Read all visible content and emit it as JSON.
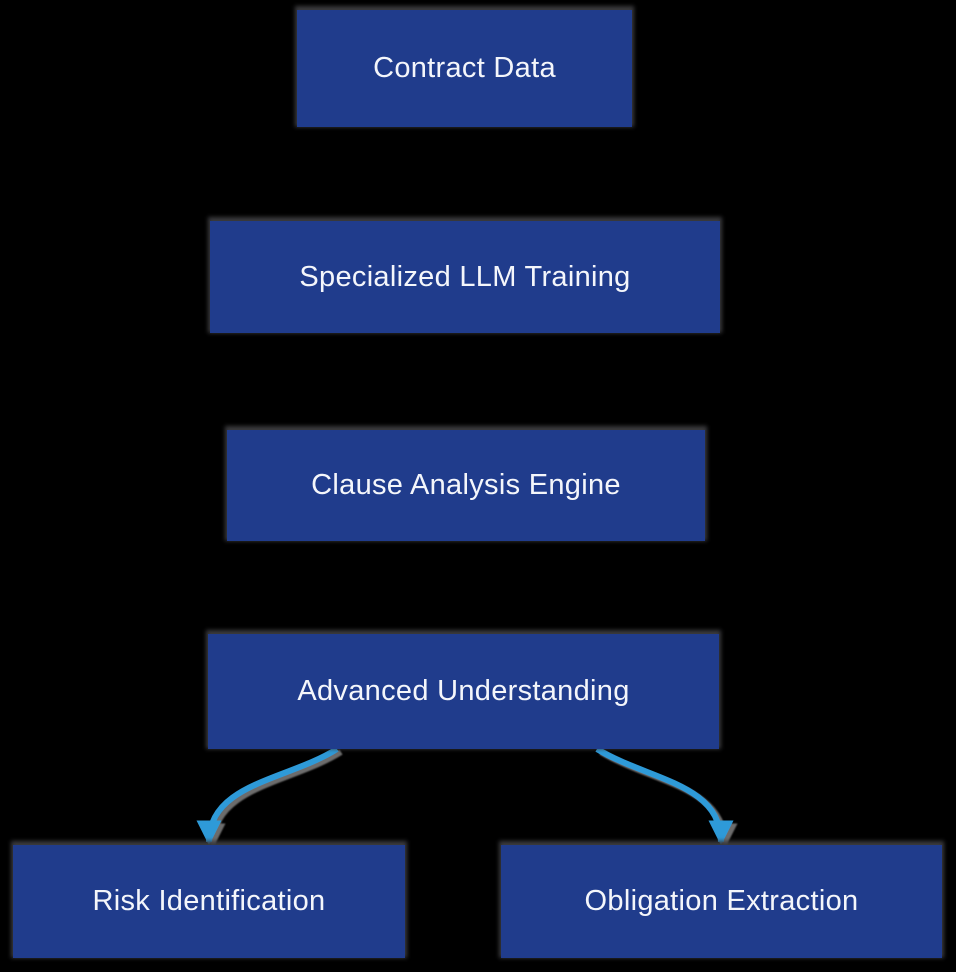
{
  "diagram": {
    "type": "flowchart",
    "nodes": [
      {
        "id": "contract-data",
        "label": "Contract Data"
      },
      {
        "id": "specialized-llm-training",
        "label": "Specialized LLM Training"
      },
      {
        "id": "clause-analysis-engine",
        "label": "Clause Analysis Engine"
      },
      {
        "id": "advanced-understanding",
        "label": "Advanced Understanding"
      },
      {
        "id": "risk-identification",
        "label": "Risk Identification"
      },
      {
        "id": "obligation-extraction",
        "label": "Obligation Extraction"
      }
    ],
    "edges": [
      {
        "from": "contract-data",
        "to": "specialized-llm-training"
      },
      {
        "from": "specialized-llm-training",
        "to": "clause-analysis-engine"
      },
      {
        "from": "clause-analysis-engine",
        "to": "advanced-understanding"
      },
      {
        "from": "advanced-understanding",
        "to": "risk-identification"
      },
      {
        "from": "advanced-understanding",
        "to": "obligation-extraction"
      }
    ],
    "colors": {
      "background": "#000000",
      "node_fill": "#203c8c",
      "node_text": "#f4f6fb",
      "arrow": "#2d9ad8",
      "node_shadow": "#3a3a3d",
      "edge_shadow": "#7f7f7f"
    }
  }
}
